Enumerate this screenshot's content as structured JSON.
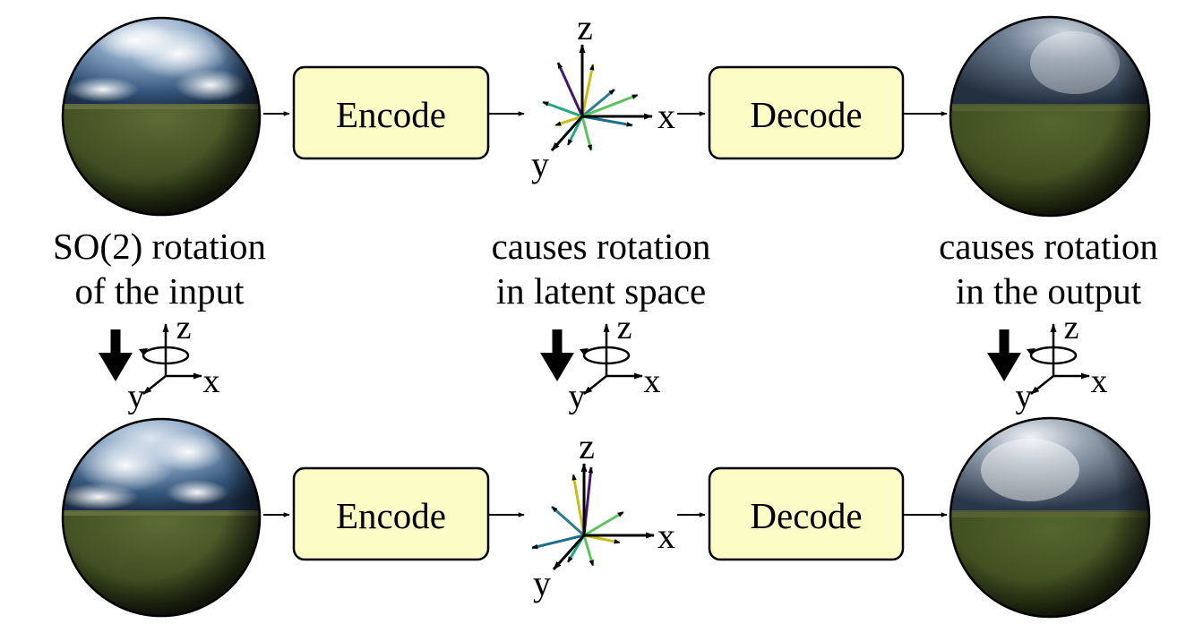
{
  "encode_label": "Encode",
  "decode_label": "Decode",
  "axes": {
    "x": "x",
    "y": "y",
    "z": "z"
  },
  "captions": {
    "input": [
      "SO(2) rotation",
      "of the input"
    ],
    "latent": [
      "causes rotation",
      "in latent space"
    ],
    "output": [
      "causes rotation",
      "in the output"
    ]
  },
  "colors": {
    "box_fill": "#fbfcc6",
    "latent_vectors": [
      "#45176b",
      "#c7be1a",
      "#2b7e8e",
      "#22a785",
      "#5bc35e",
      "#8bd446",
      "#1f6d8c"
    ],
    "sky_top": "#2e4a6c",
    "grass": "#3a4a1c"
  }
}
